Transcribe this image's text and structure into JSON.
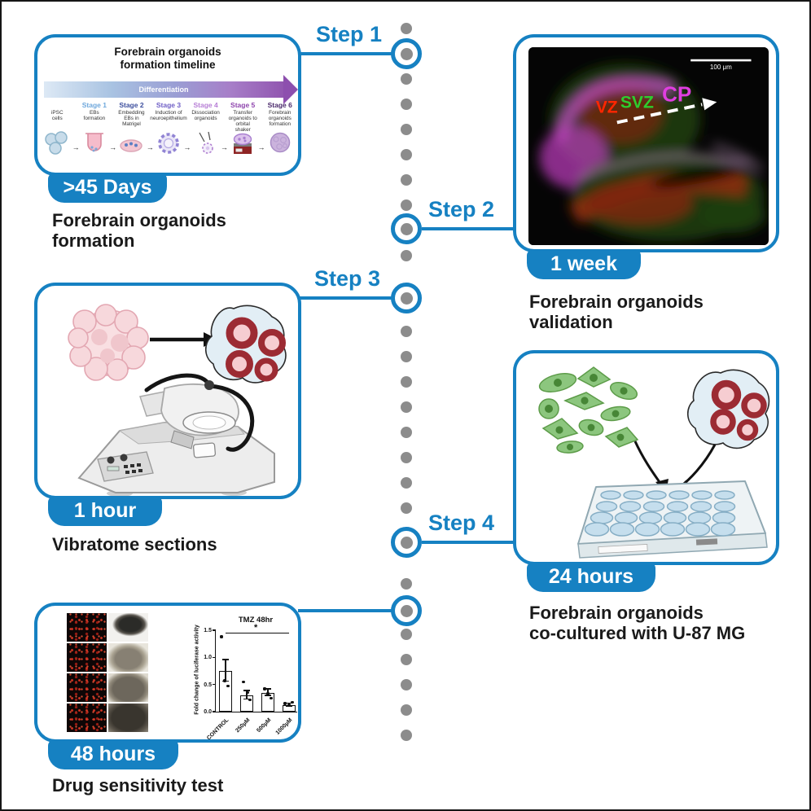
{
  "steps": [
    {
      "label": "Step 1",
      "duration": ">45 Days",
      "caption": "Forebrain organoids\nformation"
    },
    {
      "label": "Step 2",
      "duration": "1 week",
      "caption": "Forebrain organoids\nvalidation"
    },
    {
      "label": "Step 3",
      "duration": "1 hour",
      "caption": "Vibratome sections"
    },
    {
      "label": "Step 4",
      "duration": "24 hours",
      "caption": "Forebrain organoids\nco-cultured with U-87 MG"
    },
    {
      "label": "",
      "duration": "48 hours",
      "caption": "Drug sensitivity test"
    }
  ],
  "formation_timeline": {
    "title": "Forebrain organoids\nformation timeline",
    "axis_label": "Differentiation",
    "start": {
      "name": "iPSC\ncells"
    },
    "stages": [
      {
        "name": "Stage 1",
        "desc": "EBs\nformation",
        "color": "#6fa8dc"
      },
      {
        "name": "Stage 2",
        "desc": "Embedding\nEBs in\nMatrigel",
        "color": "#3d4f9e"
      },
      {
        "name": "Stage 3",
        "desc": "Induction of\nneuroepithelium",
        "color": "#6f5fc6"
      },
      {
        "name": "Stage 4",
        "desc": "Dissociation\norganoids",
        "color": "#b77fd6"
      },
      {
        "name": "Stage 5",
        "desc": "Transfer\norganoids to\norbital shaker",
        "color": "#8e44ad"
      },
      {
        "name": "Stage 6",
        "desc": "Forebrain\norganoids\nformation",
        "color": "#4a2a6b"
      }
    ]
  },
  "validation": {
    "labels": [
      {
        "text": "VZ",
        "color": "#ff2600"
      },
      {
        "text": "SVZ",
        "color": "#2ecc2e"
      },
      {
        "text": "CP",
        "color": "#e03ee0"
      }
    ],
    "scale_bar": "100 μm"
  },
  "chart_data": {
    "type": "bar",
    "title": "TMZ 48hr",
    "ylabel": "Fold change of luciferase activity",
    "categories": [
      "CONTROL",
      "250µM",
      "500µM",
      "1000µM"
    ],
    "values": [
      0.75,
      0.3,
      0.35,
      0.12
    ],
    "errors": [
      0.2,
      0.08,
      0.06,
      0.03
    ],
    "points": [
      [
        1.38,
        0.57,
        0.47
      ],
      [
        0.55,
        0.35,
        0.22
      ],
      [
        0.42,
        0.33,
        0.25
      ],
      [
        0.15,
        0.12,
        0.17
      ]
    ],
    "yticks": [
      0.0,
      0.5,
      1.0,
      1.5
    ],
    "ylim": [
      0,
      1.5
    ],
    "significance": {
      "label": "*",
      "from": "CONTROL",
      "to": "1000µM"
    },
    "legend": null,
    "grid": false
  },
  "colors": {
    "accent_blue": "#1681c2",
    "dot_gray": "#8c8c8c"
  }
}
